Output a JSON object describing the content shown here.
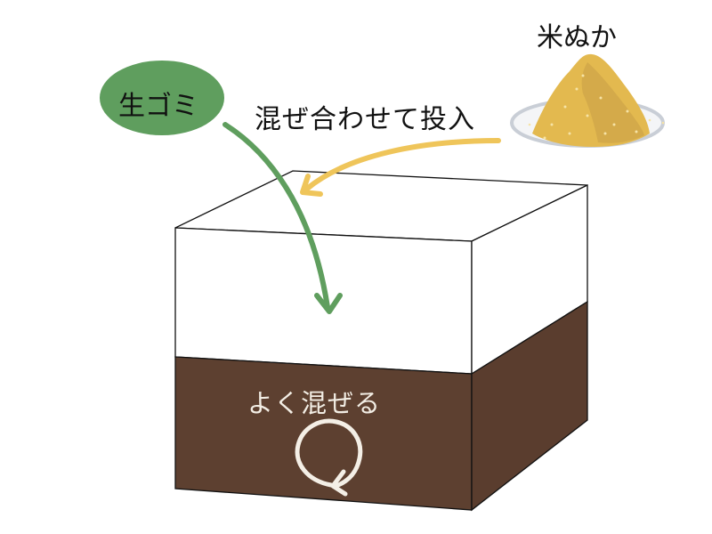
{
  "labels": {
    "rice_bran": "米ぬか",
    "mix_and_add": "混ぜ合わせて投入",
    "food_waste": "生ゴミ",
    "stir_well": "よく混ぜる"
  },
  "colors": {
    "food_waste_bubble": "#5f9e5e",
    "food_waste_arrow": "#5f9e5e",
    "rice_bran_arrow": "#efc55a",
    "rice_bran_pile": "#e3b94f",
    "rice_bran_shadow": "#cfa649",
    "plate": "#d7dce3",
    "soil": "#5d4030",
    "soil_side": "#5a3d2e",
    "box_outline": "#111111",
    "stir_text": "#f2ede4"
  },
  "icons": {
    "stir": "circular-arrow-icon"
  }
}
